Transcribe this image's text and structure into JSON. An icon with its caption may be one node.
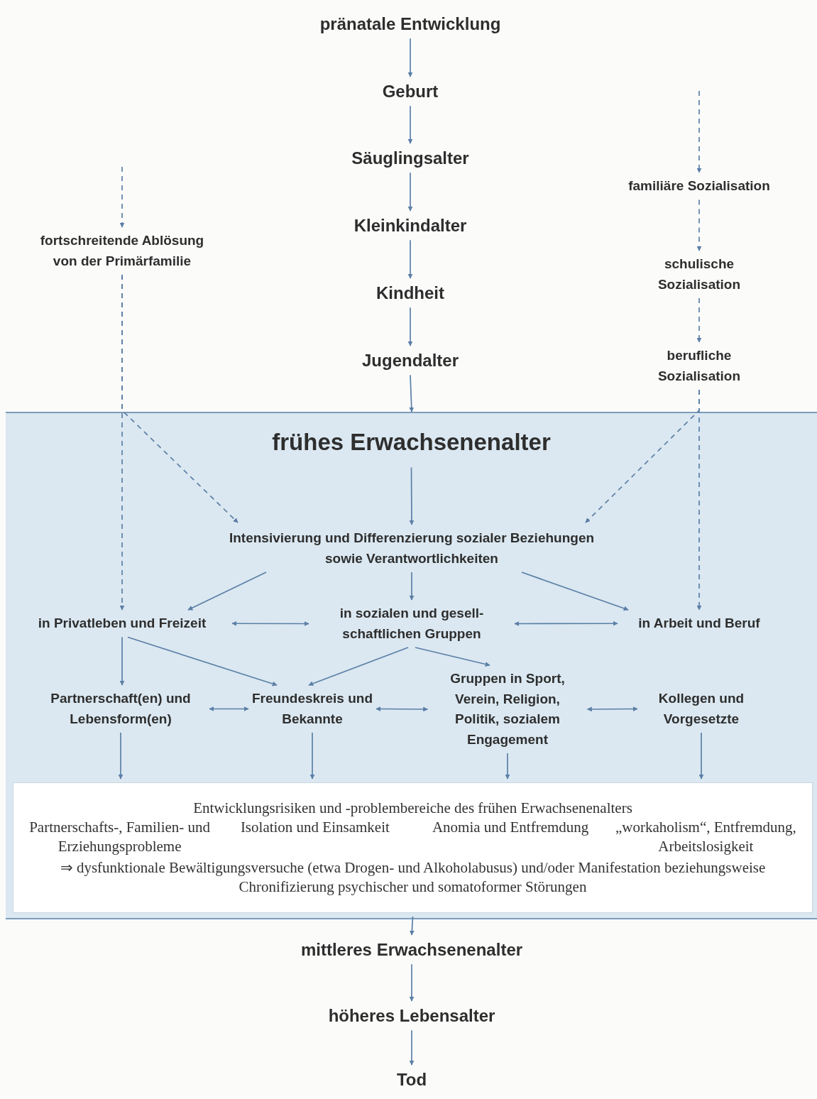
{
  "diagram": {
    "nodes": [
      {
        "text": [
          "pränatale Entwicklung"
        ]
      },
      {
        "text": [
          "Geburt"
        ]
      },
      {
        "text": [
          "Säuglingsalter"
        ]
      },
      {
        "text": [
          "Kleinkindalter"
        ]
      },
      {
        "text": [
          "Kindheit"
        ]
      },
      {
        "text": [
          "Jugendalter"
        ]
      },
      {
        "text": [
          "frühes Erwachsenenalter"
        ]
      },
      {
        "text": [
          "Intensivierung und Differenzierung sozialer Beziehungen sowie Verantwortlichkeiten"
        ],
        "in": 6
      },
      {
        "text": [
          "in Privatleben und Freizeit"
        ],
        "in": 6
      },
      {
        "text": [
          "in sozialen und gesell- schaftlichen Gruppen"
        ],
        "in": 6
      },
      {
        "text": [
          "in Arbeit und Beruf"
        ],
        "in": 6
      },
      {
        "text": [
          "Partnerschaft(en) und Lebensform(en)"
        ],
        "in": 6
      },
      {
        "text": [
          "Freundeskreis und Bekannte"
        ],
        "in": 6
      },
      {
        "text": [
          "Gruppen in Sport, Verein, Religion, Politik, sozialem Engagement"
        ],
        "in": 6
      },
      {
        "text": [
          "Kollegen und Vorgesetzte"
        ],
        "in": 6
      },
      {
        "text": [
          "Entwicklungsrisiken und -problembereiche des frühen Erwachsenenalters",
          "Partnerschafts-, Familien- und Erziehungsprobleme",
          "Isolation und Einsamkeit",
          "Anomia und Entfremdung",
          "„workaholism“, Entfremdung, Arbeitslosigkeit",
          "⇒ dysfunktionale Bewältigungsversuche (etwa Drogen- und Alkoholabusus) und/oder Manifestation beziehungsweise Chronifizierung psychischer und somatoformer Störungen"
        ],
        "in": 6
      },
      {
        "text": [
          "fortschreitende Ablösung von der Primärfamilie"
        ]
      },
      {
        "text": [
          "familiäre Sozialisation"
        ]
      },
      {
        "text": [
          "schulische Sozialisation"
        ]
      },
      {
        "text": [
          "berufliche Sozialisation"
        ]
      },
      {
        "text": [
          "mittleres Erwachsenenalter"
        ]
      },
      {
        "text": [
          "höheres Lebensalter"
        ]
      },
      {
        "text": [
          "Tod"
        ]
      }
    ],
    "edges": [
      {
        "from": 0,
        "to": 1,
        "arrow": "to"
      },
      {
        "from": 1,
        "to": 2,
        "arrow": "to"
      },
      {
        "from": 2,
        "to": 3,
        "arrow": "to"
      },
      {
        "from": 3,
        "to": 4,
        "arrow": "to"
      },
      {
        "from": 4,
        "to": 5,
        "arrow": "to"
      },
      {
        "from": 5,
        "to": 6,
        "arrow": "to"
      },
      {
        "from": 6,
        "to": 7,
        "arrow": "to"
      },
      {
        "from": 7,
        "to": 8,
        "arrow": "to"
      },
      {
        "from": 7,
        "to": 9,
        "arrow": "to"
      },
      {
        "from": 7,
        "to": 10,
        "arrow": "to"
      },
      {
        "from": 8,
        "to": 9,
        "arrow": "both"
      },
      {
        "from": 9,
        "to": 10,
        "arrow": "both"
      },
      {
        "from": 16,
        "to": 8,
        "arrow": "to",
        "style": "dashed"
      },
      {
        "from": 16,
        "to": 7,
        "arrow": "to",
        "style": "dashed"
      },
      {
        "from": null,
        "to": 16,
        "arrow": "to",
        "style": "dashed"
      },
      {
        "from": null,
        "to": 17,
        "arrow": "to",
        "style": "dashed"
      },
      {
        "from": 17,
        "to": 18,
        "arrow": "to",
        "style": "dashed"
      },
      {
        "from": 18,
        "to": 19,
        "arrow": "to",
        "style": "dashed"
      },
      {
        "from": 19,
        "to": 7,
        "arrow": "to",
        "style": "dashed"
      },
      {
        "from": 19,
        "to": 10,
        "arrow": "to",
        "style": "dashed"
      },
      {
        "from": 8,
        "to": 11,
        "arrow": "to"
      },
      {
        "from": 8,
        "to": 12,
        "arrow": "to"
      },
      {
        "from": 9,
        "to": 12,
        "arrow": "to"
      },
      {
        "from": 9,
        "to": 13,
        "arrow": "to"
      },
      {
        "from": 11,
        "to": 12,
        "arrow": "both"
      },
      {
        "from": 12,
        "to": 13,
        "arrow": "both"
      },
      {
        "from": 13,
        "to": 14,
        "arrow": "both"
      },
      {
        "from": 11,
        "to": 15,
        "arrow": "to"
      },
      {
        "from": 12,
        "to": 15,
        "arrow": "to"
      },
      {
        "from": 13,
        "to": 15,
        "arrow": "to"
      },
      {
        "from": 14,
        "to": 15,
        "arrow": "to"
      },
      {
        "from": 15,
        "to": 20,
        "arrow": "to"
      },
      {
        "from": 20,
        "to": 21,
        "arrow": "to"
      },
      {
        "from": 21,
        "to": 22,
        "arrow": "to"
      }
    ]
  }
}
